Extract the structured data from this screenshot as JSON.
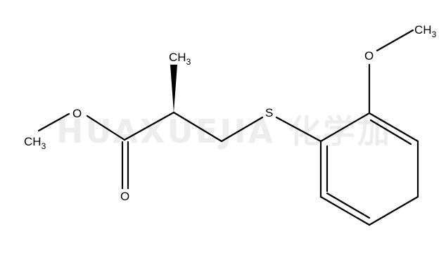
{
  "watermark": {
    "text": "HUAXUEJIA 化学加"
  },
  "atoms": {
    "methyl_ester": {
      "main": "CH",
      "sub": "3"
    },
    "ester_oxygen": {
      "text": "O"
    },
    "carbonyl_oxygen": {
      "text": "O"
    },
    "wedge_methyl": {
      "main": "CH",
      "sub": "3"
    },
    "sulfur": {
      "text": "S"
    },
    "methoxy_oxygen": {
      "text": "O"
    },
    "methoxy_methyl": {
      "main": "CH",
      "sub": "3"
    }
  },
  "colors": {
    "bond": "#000000",
    "label": "#000000",
    "background": "#ffffff"
  }
}
